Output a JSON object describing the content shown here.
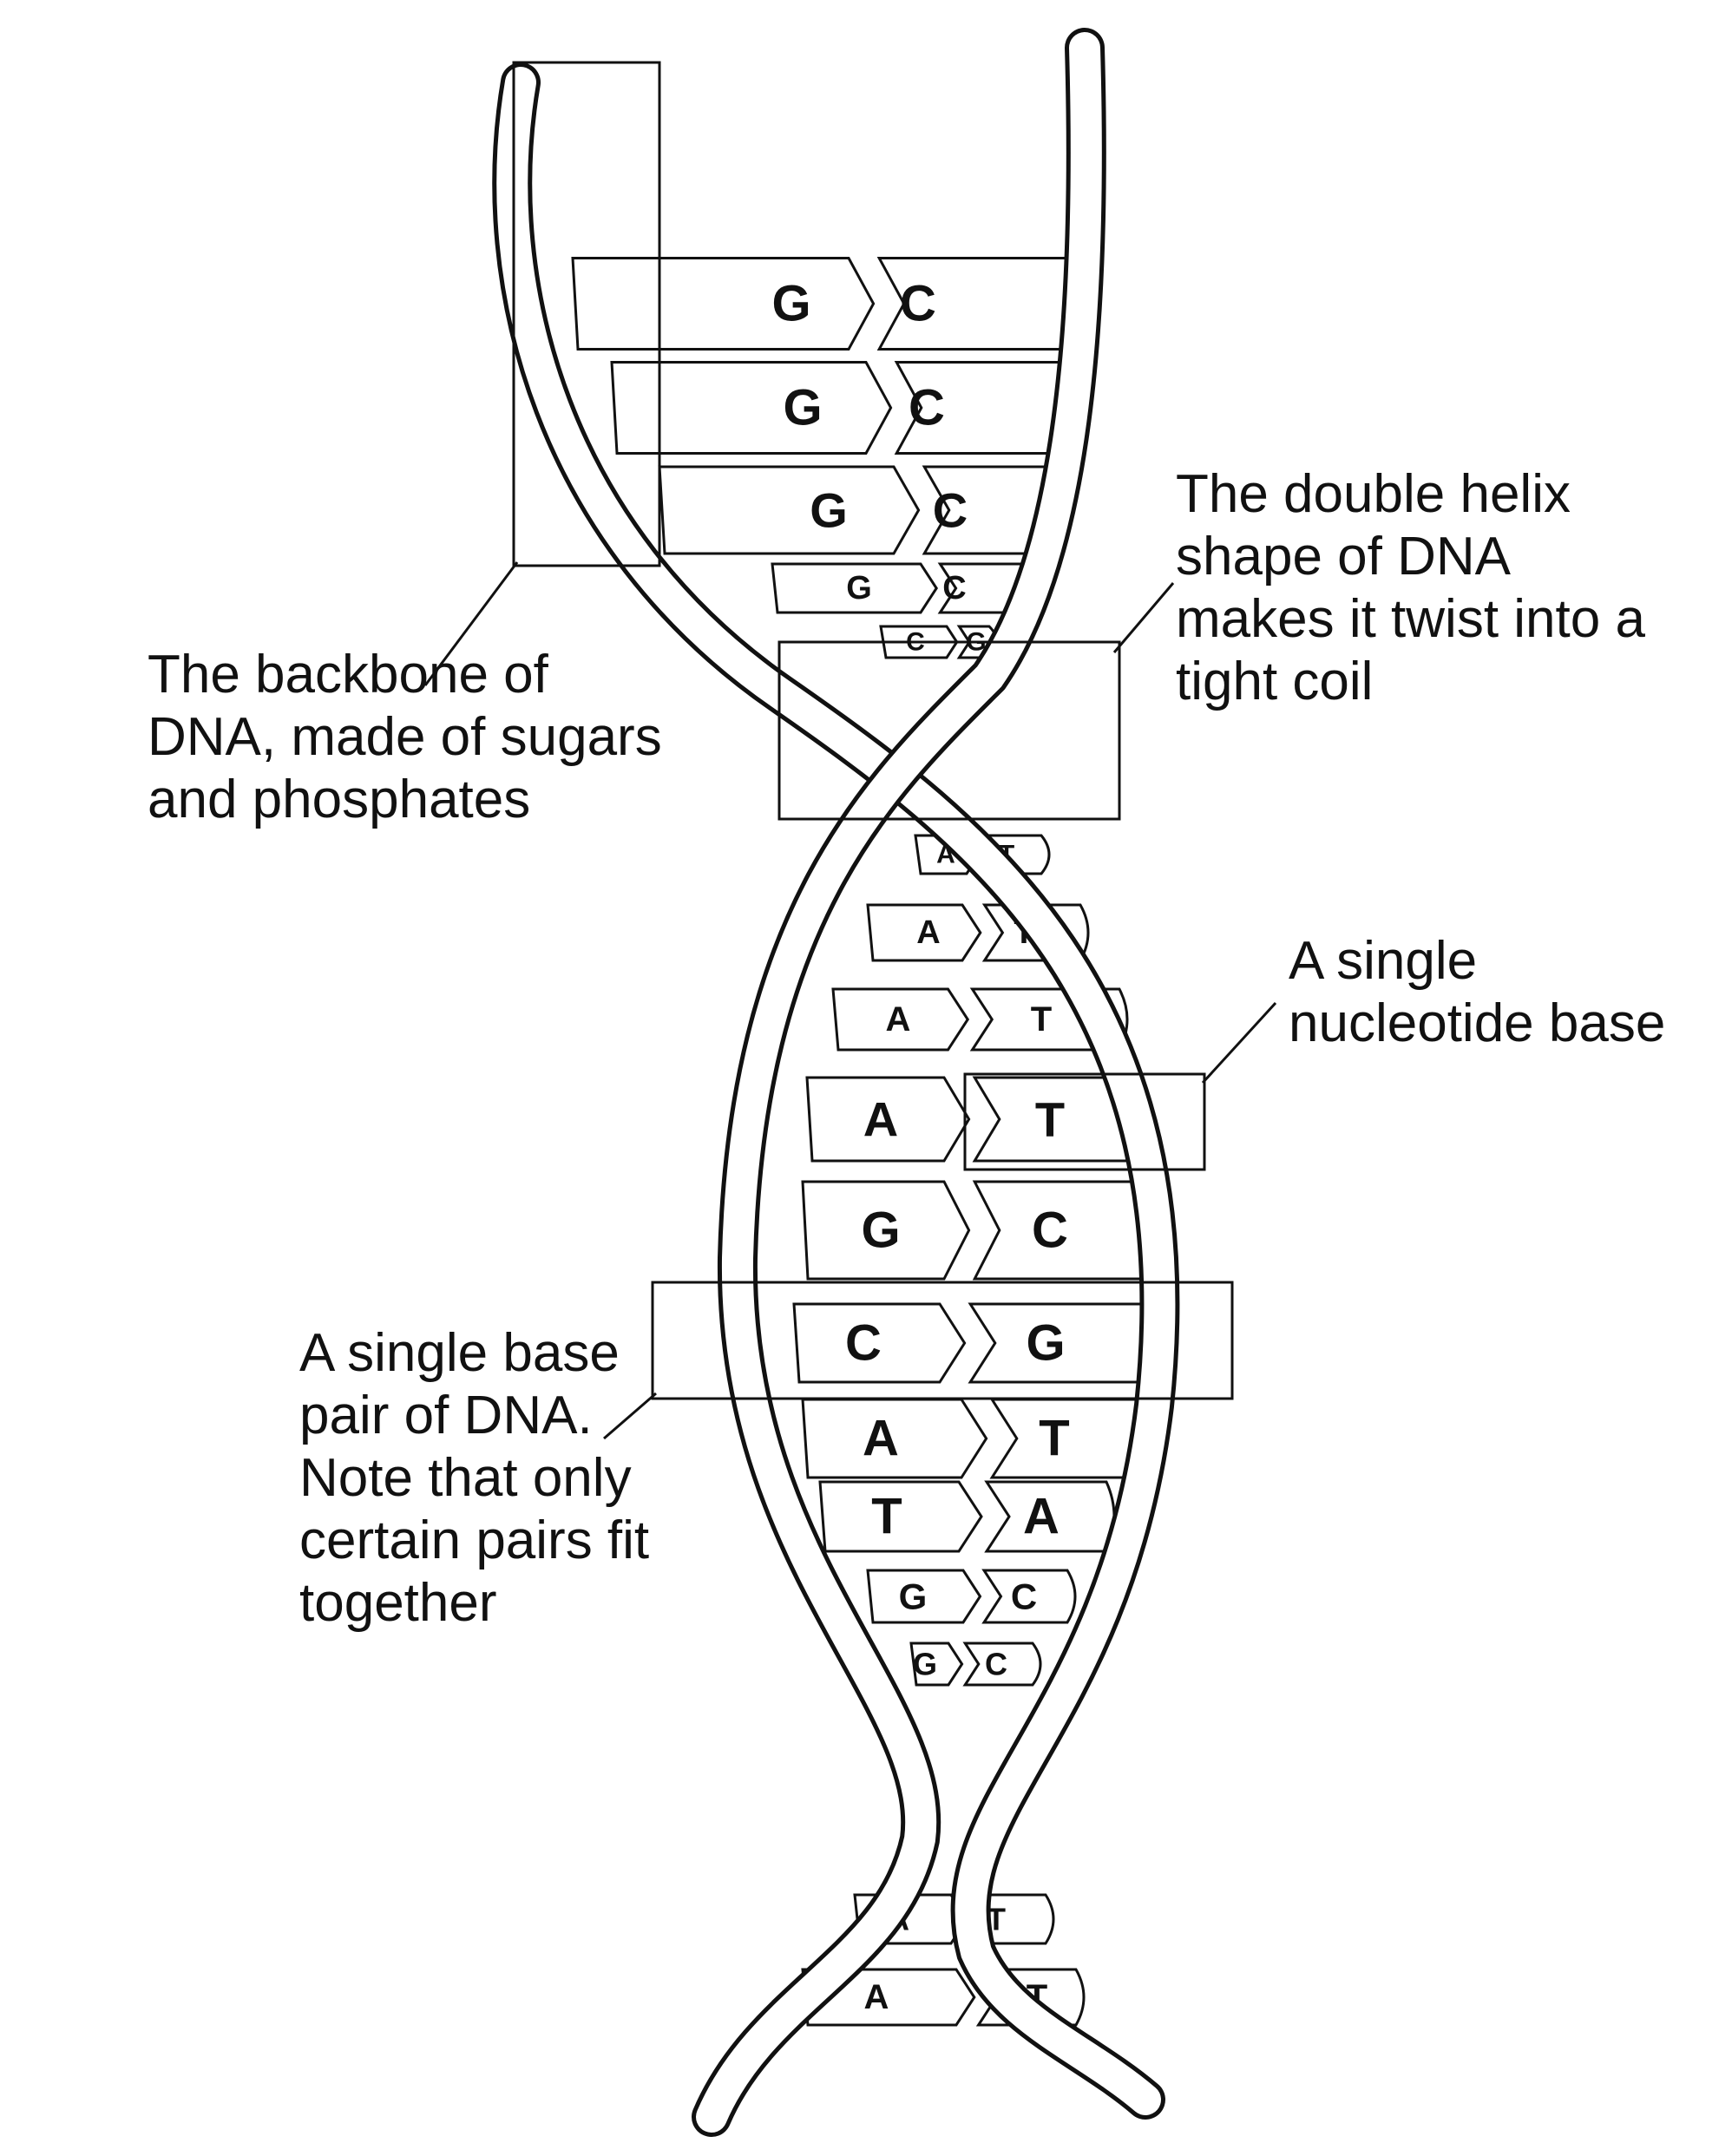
{
  "annotations": {
    "backbone": [
      "The backbone of",
      "DNA, made of sugars",
      "and phosphates"
    ],
    "helix": [
      "The double helix",
      "shape of DNA",
      "makes it twist into a",
      "tight coil"
    ],
    "nucleotide": [
      "A single",
      "nucleotide base"
    ],
    "base_pair": [
      "A single base",
      "pair of DNA.",
      "Note that only",
      "certain pairs fit",
      "together"
    ]
  },
  "base_pairs": [
    {
      "left": "G",
      "right": "C"
    },
    {
      "left": "G",
      "right": "C"
    },
    {
      "left": "G",
      "right": "C"
    },
    {
      "left": "G",
      "right": "C"
    },
    {
      "left": "C",
      "right": "G"
    },
    {
      "left": "A",
      "right": "T"
    },
    {
      "left": "A",
      "right": "T"
    },
    {
      "left": "A",
      "right": "T"
    },
    {
      "left": "A",
      "right": "T"
    },
    {
      "left": "G",
      "right": "C"
    },
    {
      "left": "C",
      "right": "G"
    },
    {
      "left": "A",
      "right": "T"
    },
    {
      "left": "T",
      "right": "A"
    },
    {
      "left": "G",
      "right": "C"
    },
    {
      "left": "G",
      "right": "C"
    },
    {
      "left": "A",
      "right": "T"
    },
    {
      "left": "A",
      "right": "T"
    }
  ],
  "colors": {
    "ink": "#111111",
    "paper": "#ffffff"
  }
}
